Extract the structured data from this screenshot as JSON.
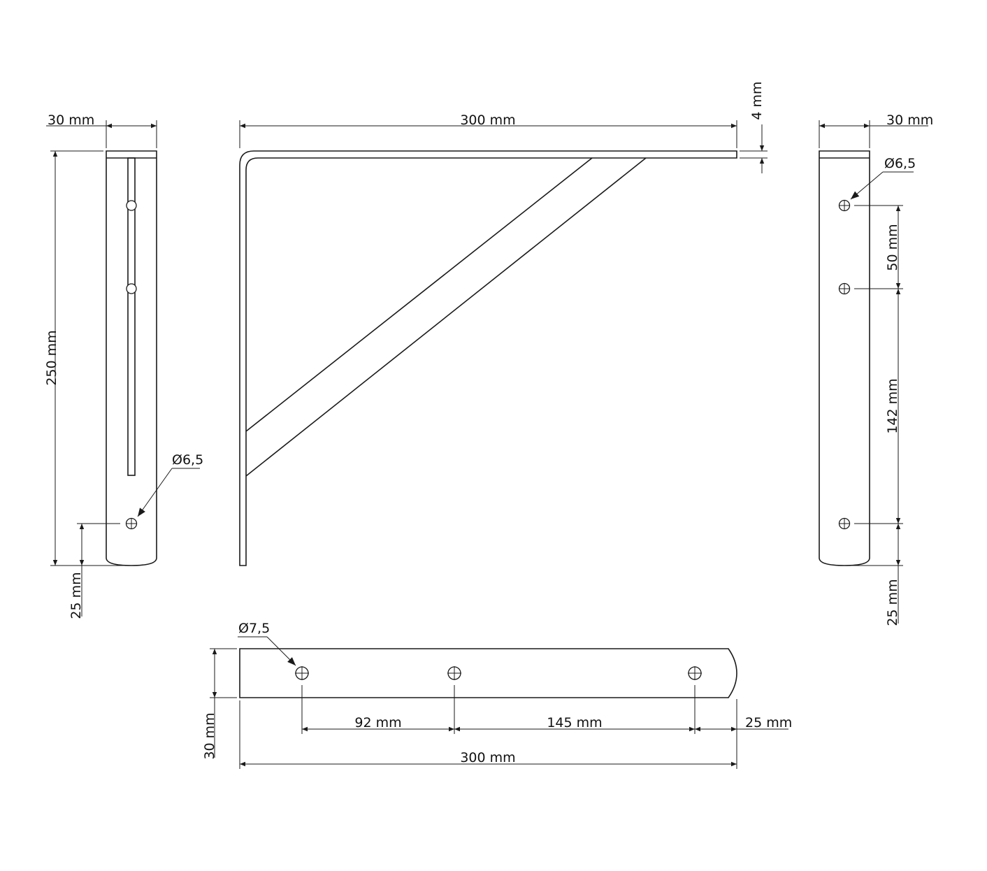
{
  "views": {
    "left_side": {
      "width_label": "30 mm",
      "height_label": "250 mm",
      "bottom_offset_label": "25 mm",
      "hole_label": "Ø6,5"
    },
    "front": {
      "length_label": "300 mm",
      "thickness_label": "4 mm"
    },
    "right_side": {
      "width_label": "30 mm",
      "hole_label": "Ø6,5",
      "spacing_top_label": "50 mm",
      "spacing_mid_label": "142 mm",
      "bottom_offset_label": "25 mm"
    },
    "bottom": {
      "hole_label": "Ø7,5",
      "spacing_1_label": "92 mm",
      "spacing_2_label": "145 mm",
      "end_offset_label": "25 mm",
      "width_label": "30 mm",
      "length_label": "300 mm"
    }
  }
}
